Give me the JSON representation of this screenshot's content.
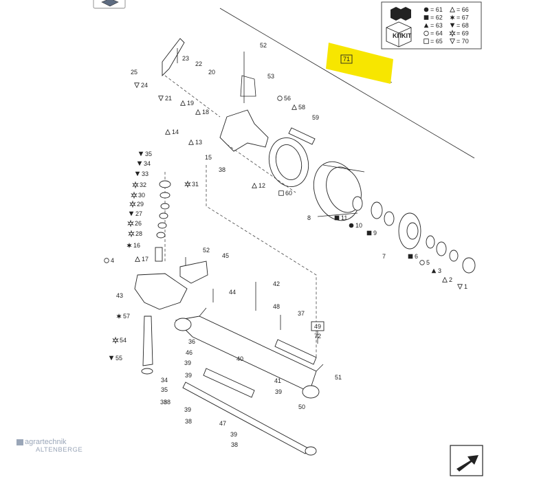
{
  "document": {
    "type": "exploded-parts-diagram",
    "reference_box": "71",
    "callout_box_49": "49",
    "callout_72": "72"
  },
  "kit_legend": {
    "kit_label_1": "KIT",
    "kit_label_2": "KIT",
    "entries": [
      {
        "icon": "circle-filled-icon",
        "text": "= 61"
      },
      {
        "icon": "square-filled-icon",
        "text": "= 62"
      },
      {
        "icon": "triangle-filled-icon",
        "text": "= 63"
      },
      {
        "icon": "circle-open-icon",
        "text": "= 64"
      },
      {
        "icon": "square-open-icon",
        "text": "= 65"
      },
      {
        "icon": "triangle-open-icon",
        "text": "= 66"
      },
      {
        "icon": "star-filled-icon",
        "text": "= 67"
      },
      {
        "icon": "triangle-down-filled-icon",
        "text": "= 68"
      },
      {
        "icon": "star-open-icon",
        "text": "= 69"
      },
      {
        "icon": "triangle-down-open-icon",
        "text": "= 70"
      }
    ]
  },
  "part_labels": [
    {
      "n": "1",
      "icon": "triangle-down-open-icon"
    },
    {
      "n": "2",
      "icon": "triangle-open-icon"
    },
    {
      "n": "3",
      "icon": "triangle-filled-icon"
    },
    {
      "n": "4",
      "icon": "circle-open-icon"
    },
    {
      "n": "5",
      "icon": "circle-open-icon"
    },
    {
      "n": "6",
      "icon": "square-filled-icon"
    },
    {
      "n": "7",
      "icon": ""
    },
    {
      "n": "8",
      "icon": ""
    },
    {
      "n": "9",
      "icon": "square-filled-icon"
    },
    {
      "n": "10",
      "icon": "circle-filled-icon"
    },
    {
      "n": "11",
      "icon": "square-filled-icon"
    },
    {
      "n": "12",
      "icon": "triangle-open-icon"
    },
    {
      "n": "13",
      "icon": "triangle-open-icon"
    },
    {
      "n": "14",
      "icon": "triangle-open-icon"
    },
    {
      "n": "15",
      "icon": ""
    },
    {
      "n": "16",
      "icon": "star-filled-icon"
    },
    {
      "n": "17",
      "icon": "triangle-open-icon"
    },
    {
      "n": "18",
      "icon": "triangle-open-icon"
    },
    {
      "n": "19",
      "icon": "triangle-open-icon"
    },
    {
      "n": "20",
      "icon": ""
    },
    {
      "n": "21",
      "icon": "triangle-down-open-icon"
    },
    {
      "n": "22",
      "icon": ""
    },
    {
      "n": "23",
      "icon": ""
    },
    {
      "n": "24",
      "icon": "triangle-down-open-icon"
    },
    {
      "n": "25",
      "icon": ""
    },
    {
      "n": "26",
      "icon": "star-open-icon"
    },
    {
      "n": "27",
      "icon": "triangle-down-filled-icon"
    },
    {
      "n": "28",
      "icon": "star-open-icon"
    },
    {
      "n": "29",
      "icon": "star-open-icon"
    },
    {
      "n": "30",
      "icon": "star-open-icon"
    },
    {
      "n": "31",
      "icon": "star-open-icon"
    },
    {
      "n": "32",
      "icon": "star-open-icon"
    },
    {
      "n": "33",
      "icon": "triangle-down-filled-icon"
    },
    {
      "n": "34",
      "icon": "triangle-down-filled-icon"
    },
    {
      "n": "35",
      "icon": "triangle-down-filled-icon"
    },
    {
      "n": "36",
      "icon": ""
    },
    {
      "n": "37",
      "icon": ""
    },
    {
      "n": "38",
      "icon": ""
    },
    {
      "n": "39",
      "icon": ""
    },
    {
      "n": "40",
      "icon": ""
    },
    {
      "n": "41",
      "icon": ""
    },
    {
      "n": "42",
      "icon": ""
    },
    {
      "n": "43",
      "icon": ""
    },
    {
      "n": "44",
      "icon": ""
    },
    {
      "n": "45",
      "icon": ""
    },
    {
      "n": "46",
      "icon": ""
    },
    {
      "n": "47",
      "icon": ""
    },
    {
      "n": "48",
      "icon": ""
    },
    {
      "n": "50",
      "icon": ""
    },
    {
      "n": "51",
      "icon": ""
    },
    {
      "n": "52",
      "icon": ""
    },
    {
      "n": "53",
      "icon": ""
    },
    {
      "n": "54",
      "icon": "star-open-icon"
    },
    {
      "n": "55",
      "icon": "triangle-down-filled-icon"
    },
    {
      "n": "56",
      "icon": "circle-open-icon"
    },
    {
      "n": "57",
      "icon": "star-filled-icon"
    },
    {
      "n": "58",
      "icon": "triangle-open-icon"
    },
    {
      "n": "59",
      "icon": ""
    },
    {
      "n": "60",
      "icon": "square-open-icon"
    }
  ],
  "watermark": {
    "line1": "agrartechnik",
    "line2": "ALTENBERGE"
  },
  "colors": {
    "highlight": "#f7e600",
    "ink": "#222222",
    "watermark": "#9aa6b8"
  },
  "icons": {
    "top_left": "book-icon",
    "bottom_right": "exit-arrow-icon"
  }
}
